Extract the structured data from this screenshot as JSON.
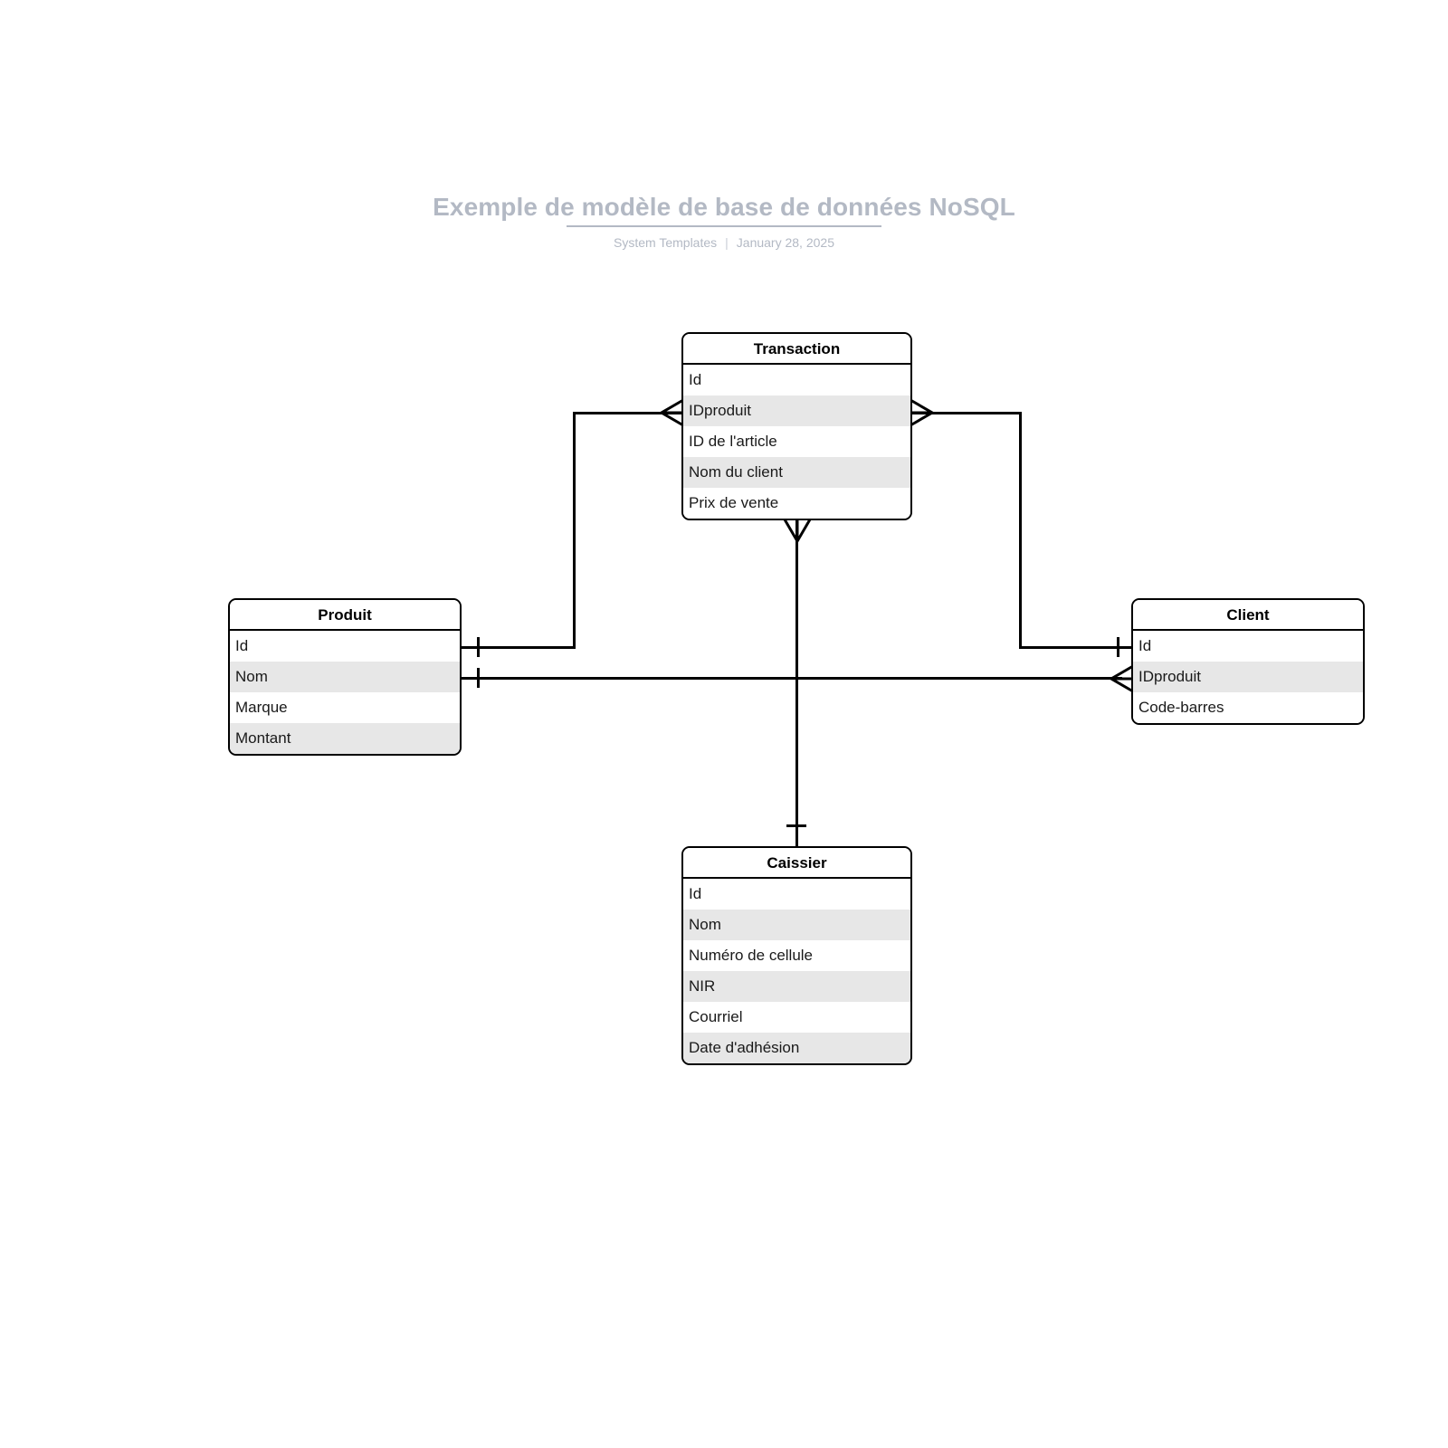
{
  "document": {
    "title": "Exemple de modèle de base de données NoSQL",
    "author": "System Templates",
    "separator": "|",
    "date": "January 28, 2025"
  },
  "theme": {
    "title_color": "#b3b9c4",
    "line_color": "#000000",
    "row_alt_color": "#e7e7e7",
    "background": "#ffffff"
  },
  "diagram": {
    "type": "entity-relationship",
    "entities": [
      {
        "id": "transaction",
        "name": "Transaction",
        "rows": [
          "Id",
          "IDproduit",
          "ID de l'article",
          "Nom du client",
          "Prix de vente"
        ]
      },
      {
        "id": "produit",
        "name": "Produit",
        "rows": [
          "Id",
          "Nom",
          "Marque",
          "Montant"
        ]
      },
      {
        "id": "client",
        "name": "Client",
        "rows": [
          "Id",
          "IDproduit",
          "Code-barres"
        ]
      },
      {
        "id": "caissier",
        "name": "Caissier",
        "rows": [
          "Id",
          "Nom",
          "Numéro de cellule",
          "NIR",
          "Courriel",
          "Date d'adhésion"
        ]
      }
    ],
    "relationships": [
      {
        "from": "produit.Id",
        "to": "transaction.IDproduit",
        "from_cardinality": "one",
        "to_cardinality": "many"
      },
      {
        "from": "transaction.IDproduit",
        "to": "client.Id",
        "from_cardinality": "many",
        "to_cardinality": "one"
      },
      {
        "from": "produit.Nom",
        "to": "client.IDproduit",
        "from_cardinality": "one",
        "to_cardinality": "many"
      },
      {
        "from": "transaction.bottom",
        "to": "caissier.top",
        "from_cardinality": "many",
        "to_cardinality": "one"
      }
    ]
  }
}
